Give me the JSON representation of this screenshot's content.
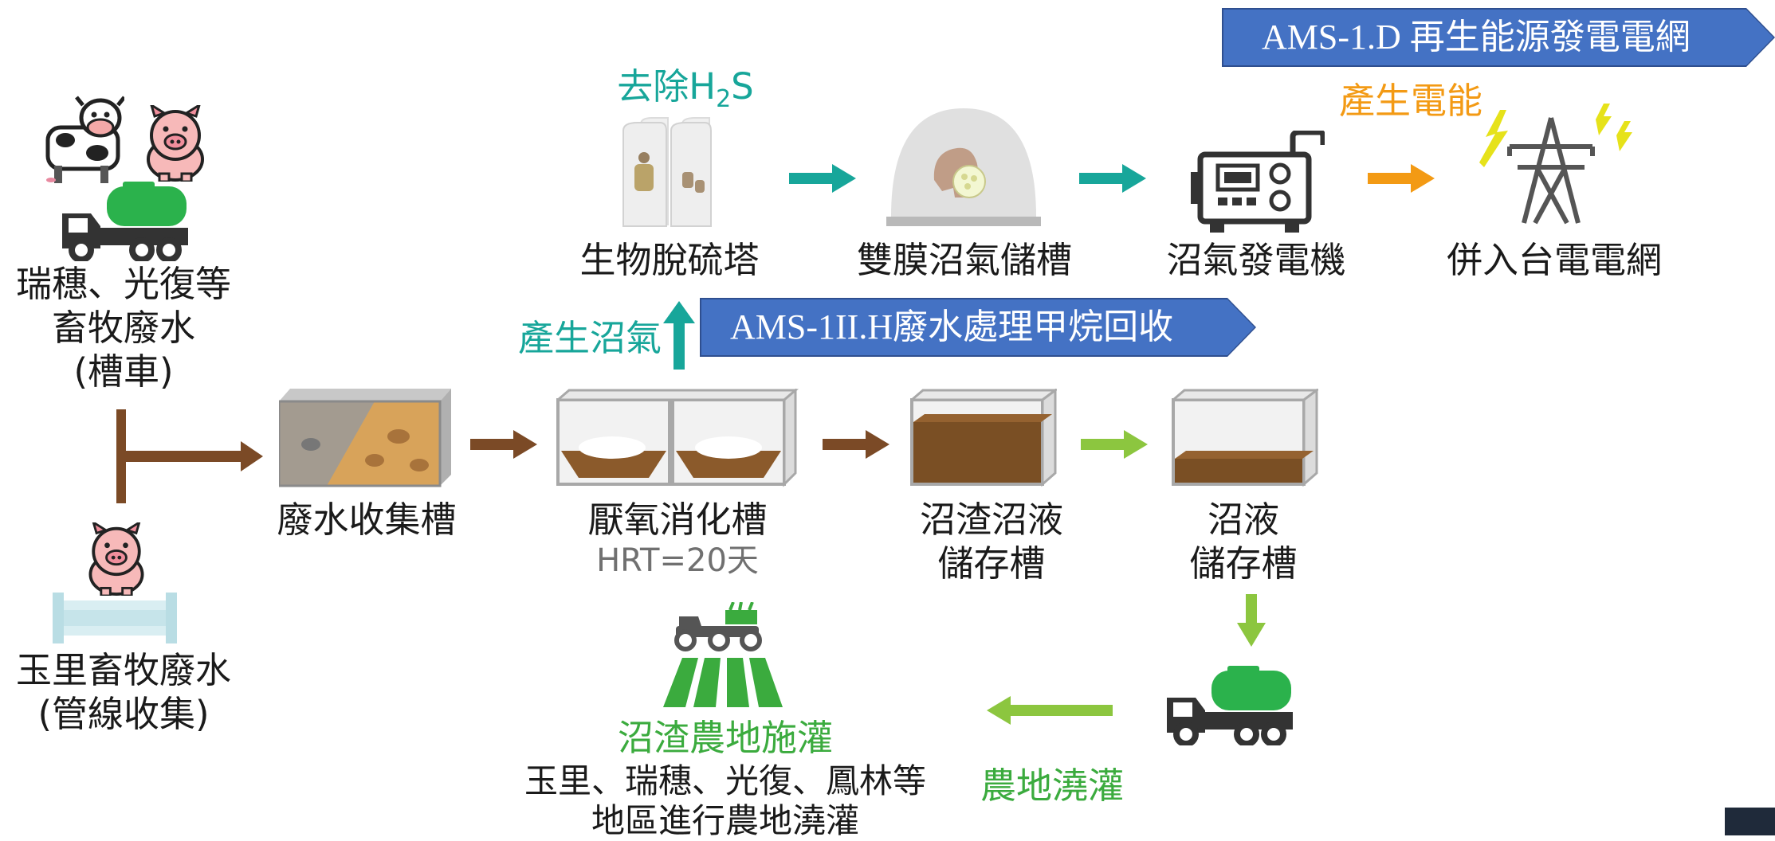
{
  "banners": {
    "ams_1d": "AMS-1.D 再生能源發電電網",
    "ams_1iih": "AMS-1II.H廢水處理甲烷回收"
  },
  "sources": {
    "truck_source": [
      "瑞穗、光復等",
      "畜牧廢水",
      "(槽車)"
    ],
    "pipe_source": [
      "玉里畜牧廢水",
      "(管線收集)"
    ]
  },
  "process": {
    "collection_tank": "廢水收集槽",
    "digester": "厭氧消化槽",
    "digester_hrt": "HRT=20天",
    "residue_tank": [
      "沼渣沼液",
      "儲存槽"
    ],
    "liquid_tank": [
      "沼液",
      "儲存槽"
    ]
  },
  "biogas": {
    "produce_biogas": "產生沼氣",
    "remove_h2s_prefix": "去除H",
    "remove_h2s_sub": "2",
    "remove_h2s_suffix": "S",
    "desulfurization_tower": "生物脫硫塔",
    "membrane_storage": "雙膜沼氣儲槽",
    "generator": "沼氣發電機",
    "produce_power": "產生電能",
    "grid": "併入台電電網"
  },
  "farmland": {
    "title": "沼渣農地施灌",
    "line1": "玉里、瑞穗、光復、鳳林等",
    "line2": "地區進行農地澆灌",
    "irrigation": "農地澆灌"
  },
  "colors": {
    "teal": "#17a69a",
    "brown": "#7b4a26",
    "lime": "#8cc63f",
    "orange": "#f39a14",
    "banner_blue": "#4472c4",
    "truck_green": "#2bb24c",
    "field_green": "#3bab3e"
  },
  "icons": [
    "cow-icon",
    "pig-icon",
    "tanker-truck-icon",
    "pipe-icon",
    "desulfurization-tower-icon",
    "gas-dome-icon",
    "generator-icon",
    "power-tower-icon",
    "tractor-field-icon"
  ]
}
